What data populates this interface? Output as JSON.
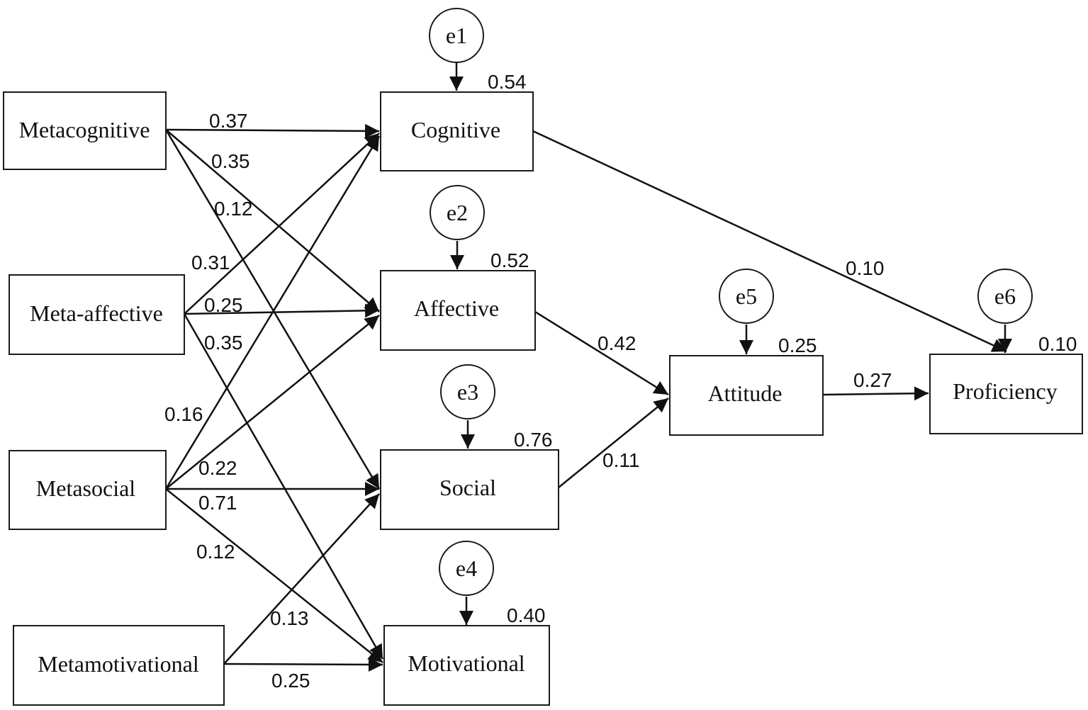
{
  "nodes": {
    "metacognitive": "Metacognitive",
    "meta_affective": "Meta-affective",
    "metasocial": "Metasocial",
    "metamotivational": "Metamotivational",
    "cognitive": "Cognitive",
    "affective": "Affective",
    "social": "Social",
    "motivational": "Motivational",
    "attitude": "Attitude",
    "proficiency": "Proficiency"
  },
  "errors": {
    "e1": "e1",
    "e2": "e2",
    "e3": "e3",
    "e4": "e4",
    "e5": "e5",
    "e6": "e6"
  },
  "r_squared": {
    "cognitive": "0.54",
    "affective": "0.52",
    "social": "0.76",
    "motivational": "0.40",
    "attitude": "0.25",
    "proficiency": "0.10"
  },
  "paths": {
    "metacognitive_cognitive": "0.37",
    "metacognitive_affective": "0.35",
    "metacognitive_social": "0.12",
    "meta_affective_cognitive": "0.31",
    "meta_affective_affective": "0.25",
    "meta_affective_motivational": "0.35",
    "metasocial_cognitive": "0.16",
    "metasocial_affective": "0.22",
    "metasocial_social": "0.71",
    "metasocial_motivational": "0.12",
    "metamotivational_social": "0.13",
    "metamotivational_motivational": "0.25",
    "cognitive_proficiency": "0.10",
    "affective_attitude": "0.42",
    "social_attitude": "0.11",
    "attitude_proficiency": "0.27"
  }
}
